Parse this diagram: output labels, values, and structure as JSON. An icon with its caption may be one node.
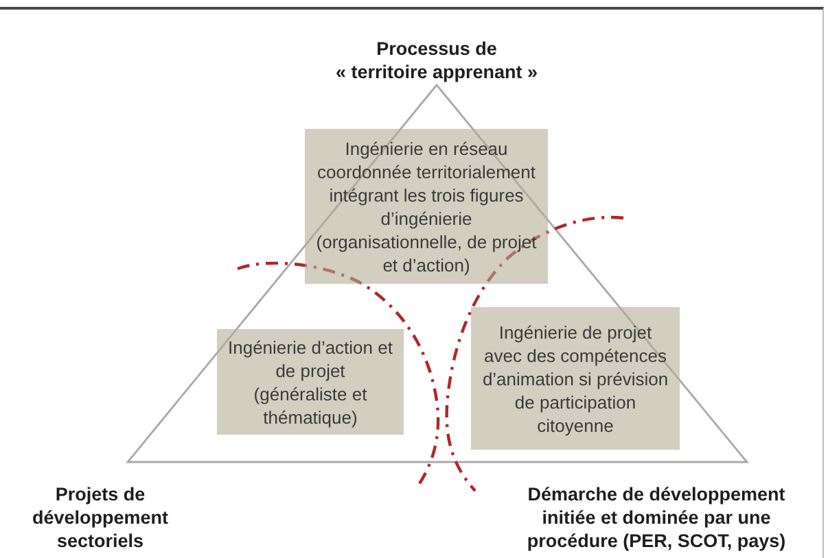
{
  "diagram": {
    "nodes": [
      {
        "text": [
          "Ingénierie en réseau coordonnée territorialement intégrant les trois figures d’ingénierie (organisationnelle, de projet et d’action)"
        ]
      },
      {
        "text": [
          "Ingénierie d’action et de projet (généraliste et thématique)"
        ]
      },
      {
        "text": [
          "Ingénierie de projet avec des compétences d’animation si prévision de participation citoyenne"
        ]
      }
    ],
    "labels": [
      "Processus de « territoire apprenant »",
      "Projets de développement sectoriels",
      "Démarche de développement initiée et dominée par une procédure (PER, SCOT, pays)"
    ]
  }
}
